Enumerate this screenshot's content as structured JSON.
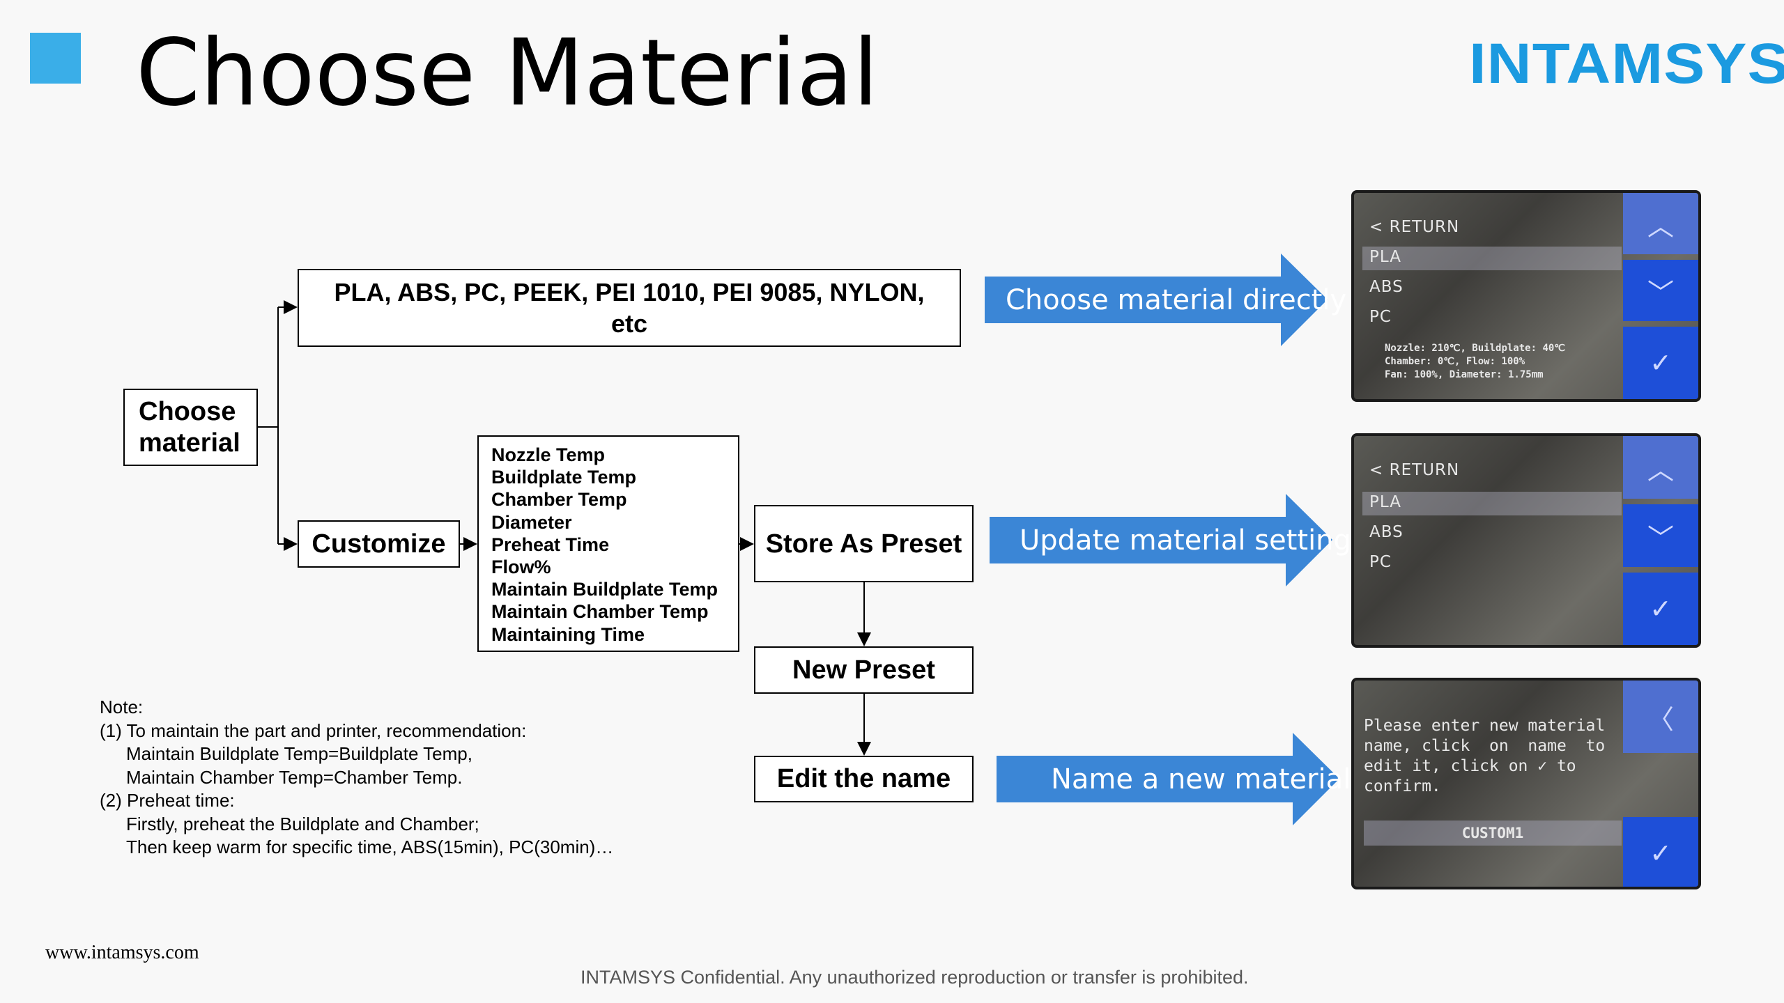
{
  "header": {
    "title": "Choose Material",
    "logo": "INTAMSYS",
    "accent_color": "#3aaee8",
    "logo_color": "#1b9ae0"
  },
  "flow": {
    "choose_material": "Choose material",
    "materials": "PLA, ABS, PC, PEEK, PEI 1010, PEI 9085, NYLON, etc",
    "customize": "Customize",
    "params": [
      "Nozzle Temp",
      "Buildplate Temp",
      "Chamber Temp",
      "Diameter",
      "Preheat Time",
      "Flow%",
      "Maintain Buildplate Temp",
      "Maintain Chamber Temp",
      "Maintaining Time"
    ],
    "store_as_preset": "Store As Preset",
    "new_preset": "New Preset",
    "edit_the_name": "Edit the name"
  },
  "arrows": {
    "choose_directly": "Choose material directly",
    "update_setting": "Update material setting",
    "name_new": "Name a new material",
    "arrow_color": "#3b86d6"
  },
  "screens": {
    "screen1": {
      "return": "< RETURN",
      "items": [
        "PLA",
        "ABS",
        "PC"
      ],
      "info": [
        "Nozzle: 210℃, Buildplate: 40℃",
        "Chamber: 0℃, Flow: 100%",
        "Fan: 100%, Diameter: 1.75mm"
      ]
    },
    "screen2": {
      "return": "< RETURN",
      "items": [
        "PLA",
        "ABS",
        "PC"
      ]
    },
    "screen3": {
      "message": [
        "Please enter new material",
        "name, click  on  name  to",
        "edit it, click on ✓ to",
        "confirm."
      ],
      "field": "CUSTOM1"
    },
    "button_color": "#1e4fd8"
  },
  "note": {
    "lines": [
      {
        "text": "Note:",
        "indent": false
      },
      {
        "text": "(1) To maintain the part and printer, recommendation:",
        "indent": false
      },
      {
        "text": "Maintain Buildplate Temp=Buildplate Temp,",
        "indent": true
      },
      {
        "text": "Maintain Chamber Temp=Chamber Temp.",
        "indent": true
      },
      {
        "text": "(2) Preheat time:",
        "indent": false
      },
      {
        "text": "Firstly, preheat the Buildplate and Chamber;",
        "indent": true
      },
      {
        "text": "Then keep warm for specific time, ABS(15min), PC(30min)…",
        "indent": true
      }
    ]
  },
  "footer": {
    "website": "www.intamsys.com",
    "confidential": "INTAMSYS Confidential. Any unauthorized reproduction or transfer is prohibited."
  }
}
